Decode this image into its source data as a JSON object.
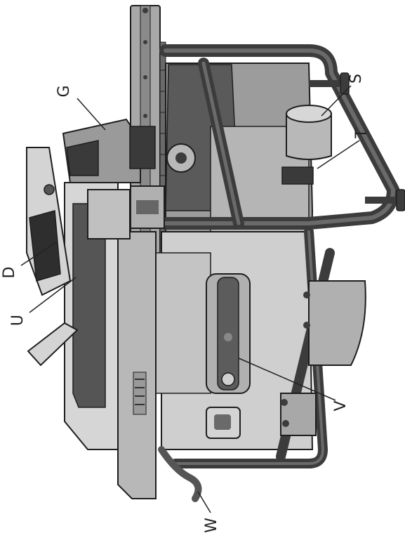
{
  "figure": {
    "callouts": {
      "g": "G",
      "s": "S",
      "t": "T",
      "d": "D",
      "u": "U",
      "v": "V",
      "w": "W"
    },
    "colors": {
      "frame": "#3c3c3c",
      "body": "#bdbdbd",
      "body_light": "#d8d8d8",
      "dark": "#4a4a4a",
      "table": "#9a9a9a",
      "outline": "#1e1e1e"
    }
  }
}
